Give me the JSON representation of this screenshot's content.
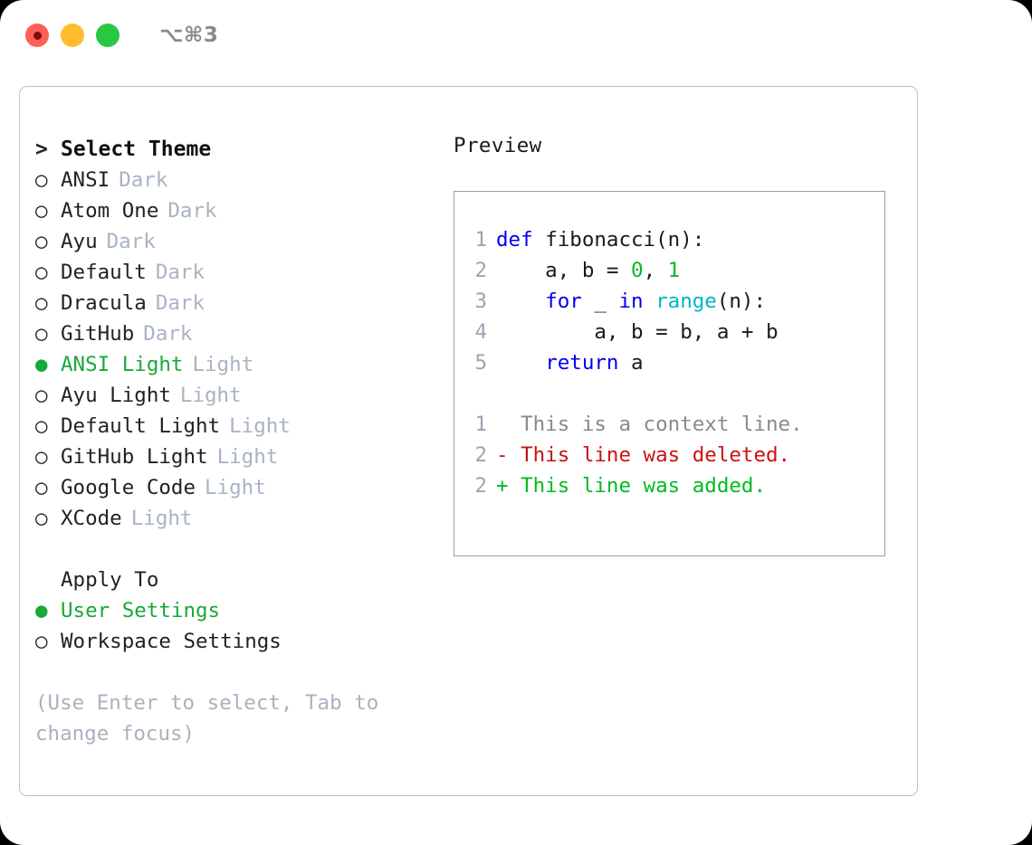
{
  "window": {
    "shortcut": "⌥⌘3",
    "traffic_lights": [
      "close-dot",
      "minimize-dot",
      "maximize-dot"
    ]
  },
  "theme_list": {
    "prompt": ">",
    "header": "Select Theme",
    "items": [
      {
        "bullet": "○",
        "label": "ANSI",
        "variant": "Dark",
        "selected": false
      },
      {
        "bullet": "○",
        "label": "Atom One",
        "variant": "Dark",
        "selected": false
      },
      {
        "bullet": "○",
        "label": "Ayu",
        "variant": "Dark",
        "selected": false
      },
      {
        "bullet": "○",
        "label": "Default",
        "variant": "Dark",
        "selected": false
      },
      {
        "bullet": "○",
        "label": "Dracula",
        "variant": "Dark",
        "selected": false
      },
      {
        "bullet": "○",
        "label": "GitHub",
        "variant": "Dark",
        "selected": false
      },
      {
        "bullet": "●",
        "label": "ANSI Light",
        "variant": "Light",
        "selected": true
      },
      {
        "bullet": "○",
        "label": "Ayu Light",
        "variant": "Light",
        "selected": false
      },
      {
        "bullet": "○",
        "label": "Default Light",
        "variant": "Light",
        "selected": false
      },
      {
        "bullet": "○",
        "label": "GitHub Light",
        "variant": "Light",
        "selected": false
      },
      {
        "bullet": "○",
        "label": "Google Code",
        "variant": "Light",
        "selected": false
      },
      {
        "bullet": "○",
        "label": "XCode",
        "variant": "Light",
        "selected": false
      }
    ]
  },
  "apply_to": {
    "header": "Apply To",
    "items": [
      {
        "bullet": "●",
        "label": "User Settings",
        "selected": true
      },
      {
        "bullet": "○",
        "label": "Workspace Settings",
        "selected": false
      }
    ]
  },
  "hint": "(Use Enter to select, Tab to change focus)",
  "preview": {
    "title": "Preview",
    "code_lines": [
      {
        "lineno": "1",
        "tokens": [
          {
            "text": "def ",
            "style": "kw"
          },
          {
            "text": "fibonacci(n):",
            "style": "plain"
          }
        ]
      },
      {
        "lineno": "2",
        "tokens": [
          {
            "text": "    a, b = ",
            "style": "plain"
          },
          {
            "text": "0",
            "style": "num"
          },
          {
            "text": ", ",
            "style": "plain"
          },
          {
            "text": "1",
            "style": "num"
          }
        ]
      },
      {
        "lineno": "3",
        "tokens": [
          {
            "text": "    ",
            "style": "plain"
          },
          {
            "text": "for",
            "style": "kw"
          },
          {
            "text": " _ ",
            "style": "plain"
          },
          {
            "text": "in",
            "style": "kw"
          },
          {
            "text": " ",
            "style": "plain"
          },
          {
            "text": "range",
            "style": "fn"
          },
          {
            "text": "(n):",
            "style": "plain"
          }
        ]
      },
      {
        "lineno": "4",
        "tokens": [
          {
            "text": "        a, b = b, a + b",
            "style": "plain"
          }
        ]
      },
      {
        "lineno": "5",
        "tokens": [
          {
            "text": "    ",
            "style": "plain"
          },
          {
            "text": "return",
            "style": "kw"
          },
          {
            "text": " a",
            "style": "plain"
          }
        ]
      }
    ],
    "diff_lines": [
      {
        "lineno": "1",
        "marker": " ",
        "text": "This is a context line.",
        "style": "ctx"
      },
      {
        "lineno": "2",
        "marker": "-",
        "text": "This line was deleted.",
        "style": "del"
      },
      {
        "lineno": "2",
        "marker": "+",
        "text": "This line was added.",
        "style": "add"
      }
    ]
  },
  "colors": {
    "accent_green": "#18a83a",
    "muted": "#a8b4c4",
    "keyword_blue": "#0000ee",
    "function_cyan": "#00b3c8",
    "number_green": "#00bb22",
    "diff_delete_red": "#cc1111",
    "diff_add_green": "#00bb22",
    "panel_border": "#b9c2cc",
    "code_border": "#93a1b0",
    "lineno_gray": "#9aa5b1"
  }
}
